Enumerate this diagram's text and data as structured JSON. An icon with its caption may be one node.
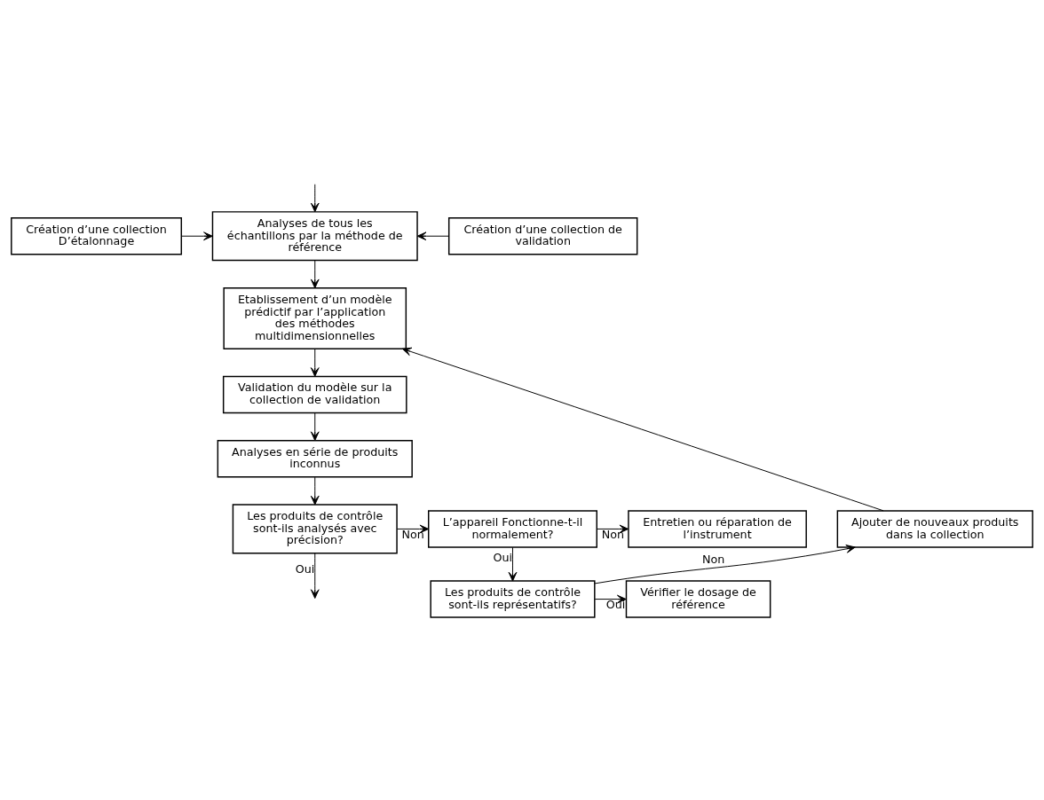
{
  "diagram": {
    "nodes": [
      {
        "text": [
          "Création d’une collection D’étalonnage"
        ]
      },
      {
        "text": [
          "Analyses de tous les échantillons par la méthode de référence"
        ]
      },
      {
        "text": [
          "Création d’une collection de validation"
        ]
      },
      {
        "text": [
          "Etablissement d’un modèle prédictif par l’application des méthodes multidimensionnelles"
        ]
      },
      {
        "text": [
          "Validation du modèle sur la collection de validation"
        ]
      },
      {
        "text": [
          "Analyses en série de produits inconnus"
        ]
      },
      {
        "text": [
          "Ajouter de nouveaux produits dans la collection"
        ]
      },
      {
        "text": [
          "Les produits de contrôle sont-ils analysés avec précision?"
        ]
      },
      {
        "text": [
          "L’appareil Fonctionne-t-il normalement?"
        ]
      },
      {
        "text": [
          "Entretien ou réparation de l’instrument"
        ]
      },
      {
        "text": [
          "Les produits de contrôle sont-ils représentatifs?"
        ]
      },
      {
        "text": [
          "Vérifier le dosage de référence"
        ]
      }
    ],
    "edges": [
      {
        "from": null,
        "to": 1,
        "arrow": "to"
      },
      {
        "from": 0,
        "to": 1,
        "arrow": "to"
      },
      {
        "from": 2,
        "to": 1,
        "arrow": "to"
      },
      {
        "from": 1,
        "to": 3,
        "arrow": "to"
      },
      {
        "from": 6,
        "to": 3,
        "arrow": "to"
      },
      {
        "from": 3,
        "to": 4,
        "arrow": "to"
      },
      {
        "from": 4,
        "to": 5,
        "arrow": "to"
      },
      {
        "from": 5,
        "to": 7,
        "arrow": "to"
      },
      {
        "from": 7,
        "to": null,
        "arrow": "to",
        "label": "Oui"
      },
      {
        "from": 7,
        "to": 8,
        "arrow": "to",
        "label": "Non"
      },
      {
        "from": 8,
        "to": 9,
        "arrow": "to",
        "label": "Non"
      },
      {
        "from": 8,
        "to": 10,
        "arrow": "to",
        "label": "Oui"
      },
      {
        "from": 10,
        "to": 11,
        "arrow": "to",
        "label": "Oui"
      },
      {
        "from": 10,
        "to": 6,
        "arrow": "to",
        "label": "Non"
      }
    ]
  }
}
